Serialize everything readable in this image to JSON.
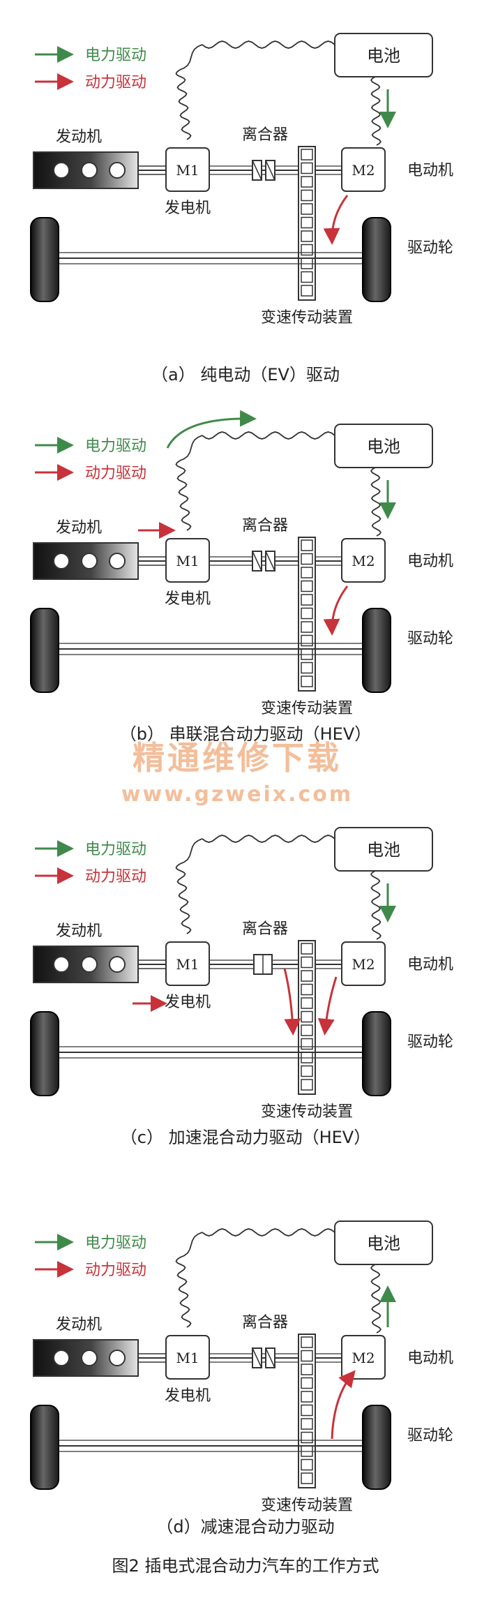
{
  "legend": {
    "electric": "电力驱动",
    "power": "动力驱动"
  },
  "labels": {
    "battery": "电池",
    "motor": "电动机",
    "wheel": "驱动轮",
    "engine": "发动机",
    "clutch": "离合器",
    "generator": "发电机",
    "m1": "M1",
    "m2": "M2",
    "transmission": "变速传动装置"
  },
  "captions": [
    "（a）  纯电动（EV）驱动",
    "（b）  串联混合动力驱动（HEV）",
    "（c）  加速混合动力驱动（HEV）",
    "（d）减速混合动力驱动"
  ],
  "figure_caption": "图2    插电式混合动力汽车的工作方式",
  "watermark": {
    "title": "精通维修下载",
    "url": "www.gzweix.com"
  },
  "colors": {
    "electric": "#3f8a4a",
    "power": "#c8323a",
    "watermark": "#f2b890",
    "line": "#333333"
  }
}
